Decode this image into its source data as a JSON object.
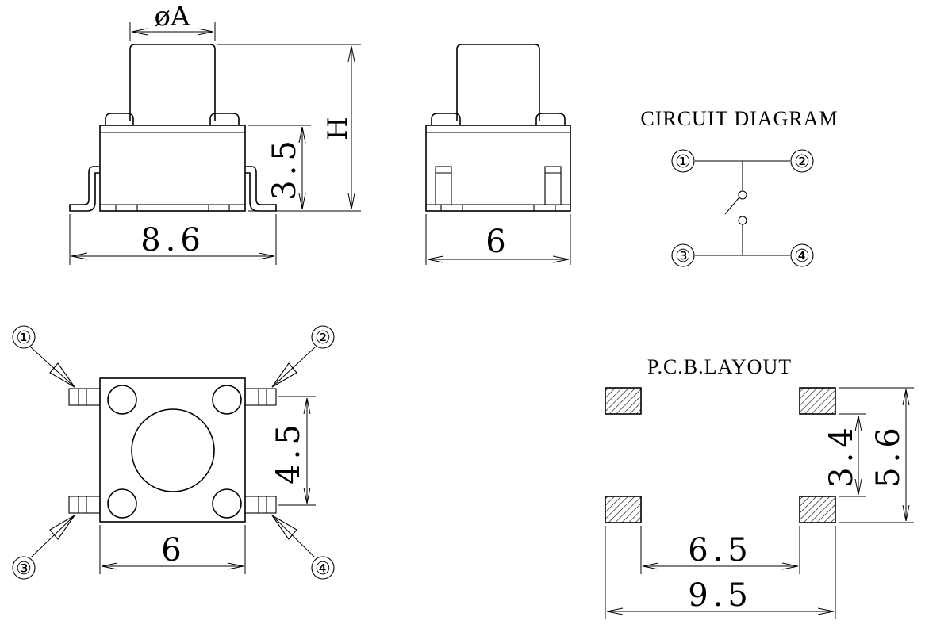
{
  "side_view": {
    "diameter_label": "øA",
    "height_label": "H",
    "body_height_label": "3.5",
    "length_label": "8.6"
  },
  "front_view": {
    "width_label": "6"
  },
  "circuit": {
    "title": "CIRCUIT DIAGRAM",
    "pins": [
      "①",
      "②",
      "③",
      "④"
    ]
  },
  "top_view": {
    "pins": [
      "①",
      "②",
      "③",
      "④"
    ],
    "pin_spacing_label": "4.5",
    "width_label": "6"
  },
  "pcb": {
    "title": "P.C.B.LAYOUT",
    "inner_height_label": "3.4",
    "outer_height_label": "5.6",
    "inner_width_label": "6.5",
    "outer_width_label": "9.5"
  }
}
